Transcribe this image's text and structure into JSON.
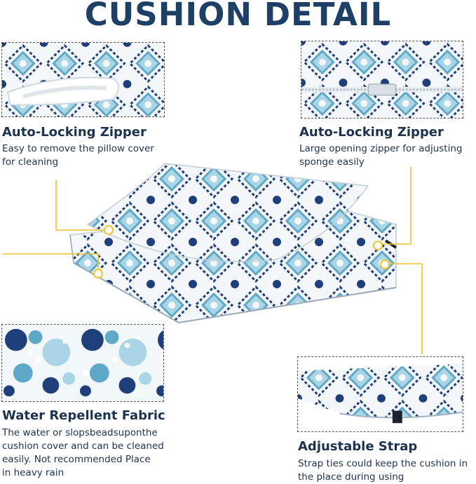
{
  "title": "CUSHION DETAIL",
  "accent_color": "#f2c230",
  "pattern_colors": [
    "#1f3f7a",
    "#5fa8c8",
    "#a9d5e6"
  ],
  "callouts": [
    {
      "heading": "Auto-Locking Zipper",
      "lines": [
        "Easy to remove the pillow cover",
        "for cleaning"
      ]
    },
    {
      "heading": "Auto-Locking Zipper",
      "lines": [
        "Large opening zipper for adjusting",
        "sponge easily"
      ]
    },
    {
      "heading": "Water Repellent Fabric",
      "lines": [
        "The water or slopsbeadsuponthe",
        "cushion cover and can be cleaned",
        "easily. Not recommended Place",
        "in heavy rain"
      ]
    },
    {
      "heading": "Adjustable Strap",
      "lines": [
        "Strap ties could keep the cushion in",
        "the place during using"
      ]
    }
  ]
}
